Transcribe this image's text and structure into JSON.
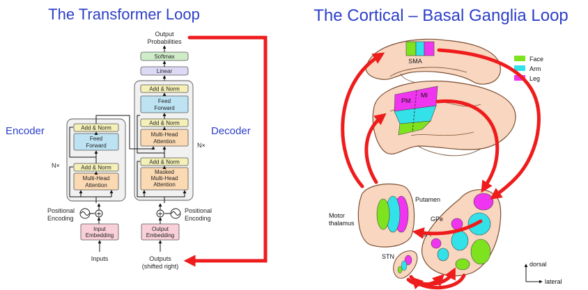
{
  "left": {
    "title": "The Transformer Loop",
    "encoder_label": "Encoder",
    "decoder_label": "Decoder",
    "nx_left": "N×",
    "nx_right": "N×",
    "output_probabilities": [
      "Output",
      "Probabilities"
    ],
    "softmax": "Softmax",
    "linear": "Linear",
    "add_norm": "Add & Norm",
    "feed_forward": [
      "Feed",
      "Forward"
    ],
    "multi_head_attention": [
      "Multi-Head",
      "Attention"
    ],
    "masked_mha": [
      "Masked",
      "Multi-Head",
      "Attention"
    ],
    "positional_encoding": [
      "Positional",
      "Encoding"
    ],
    "input_embedding": [
      "Input",
      "Embedding"
    ],
    "output_embedding": [
      "Output",
      "Embedding"
    ],
    "inputs": "Inputs",
    "outputs": [
      "Outputs",
      "(shifted right)"
    ]
  },
  "right": {
    "title": "The Cortical – Basal Ganglia Loop",
    "legend": [
      {
        "label": "Face",
        "color": "#7fe21f"
      },
      {
        "label": "Arm",
        "color": "#33e1e8"
      },
      {
        "label": "Leg",
        "color": "#ef35ef"
      }
    ],
    "sma": "SMA",
    "pm": "PM",
    "mi": "MI",
    "putamen": "Putamen",
    "gpe": "GPe",
    "gpi": "GPi",
    "motor_thalamus": [
      "Motor",
      "thalamus"
    ],
    "stn": "STN",
    "dorsal": "dorsal",
    "lateral": "lateral"
  },
  "colors": {
    "title_blue": "#2c3fc7",
    "red_arrow": "#ee1c1c",
    "tissue": "#f9d6bf",
    "addnorm": "#f4f0b8",
    "ffn": "#bde3f3",
    "attention": "#fbd9b2",
    "embedding": "#f9d0d9",
    "linear": "#dcd9f5",
    "softmax": "#cfecc9"
  }
}
